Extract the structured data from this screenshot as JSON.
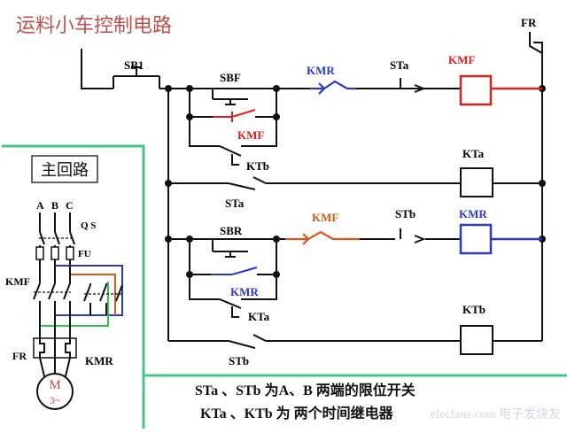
{
  "title": "运料小车控制电路",
  "main_circuit": {
    "label": "主回路",
    "phases": [
      "A",
      "B",
      "C"
    ],
    "qs": "Q S",
    "fu": "FU",
    "kmf": "KMF",
    "kmr": "KMR",
    "fr": "FR",
    "motor_m": "M",
    "motor_3": "3~"
  },
  "control": {
    "sb1": "SB1",
    "sbf": "SBF",
    "sbr": "SBR",
    "kmr_nc": "KMR",
    "kmr_coil": "KMR",
    "kmr_hold": "KMR",
    "sta_top": "STa",
    "stb_mid": "STb",
    "kmf_coil": "KMF",
    "kmf_hold": "KMF",
    "kmf_nc": "KMF",
    "fr": "FR",
    "kta_coil": "KTa",
    "ktb_coil": "KTb",
    "ktb_contact": "KTb",
    "kta_contact": "KTa",
    "sta_bottom": "STa",
    "stb_bottom": "STb"
  },
  "notes": {
    "line1": "STa 、STb 为A、B 两端的限位开关",
    "line2": "KTa 、KTb 为 两个时间继电器"
  },
  "watermark": "elecfans.com 电子发烧友",
  "colors": {
    "title": "#c0504d",
    "kmf": "#e0201e",
    "kmr": "#2b39c8",
    "kmf_orange": "#d45a1a",
    "panel_border": "#45c48a",
    "wire": "#111111"
  }
}
